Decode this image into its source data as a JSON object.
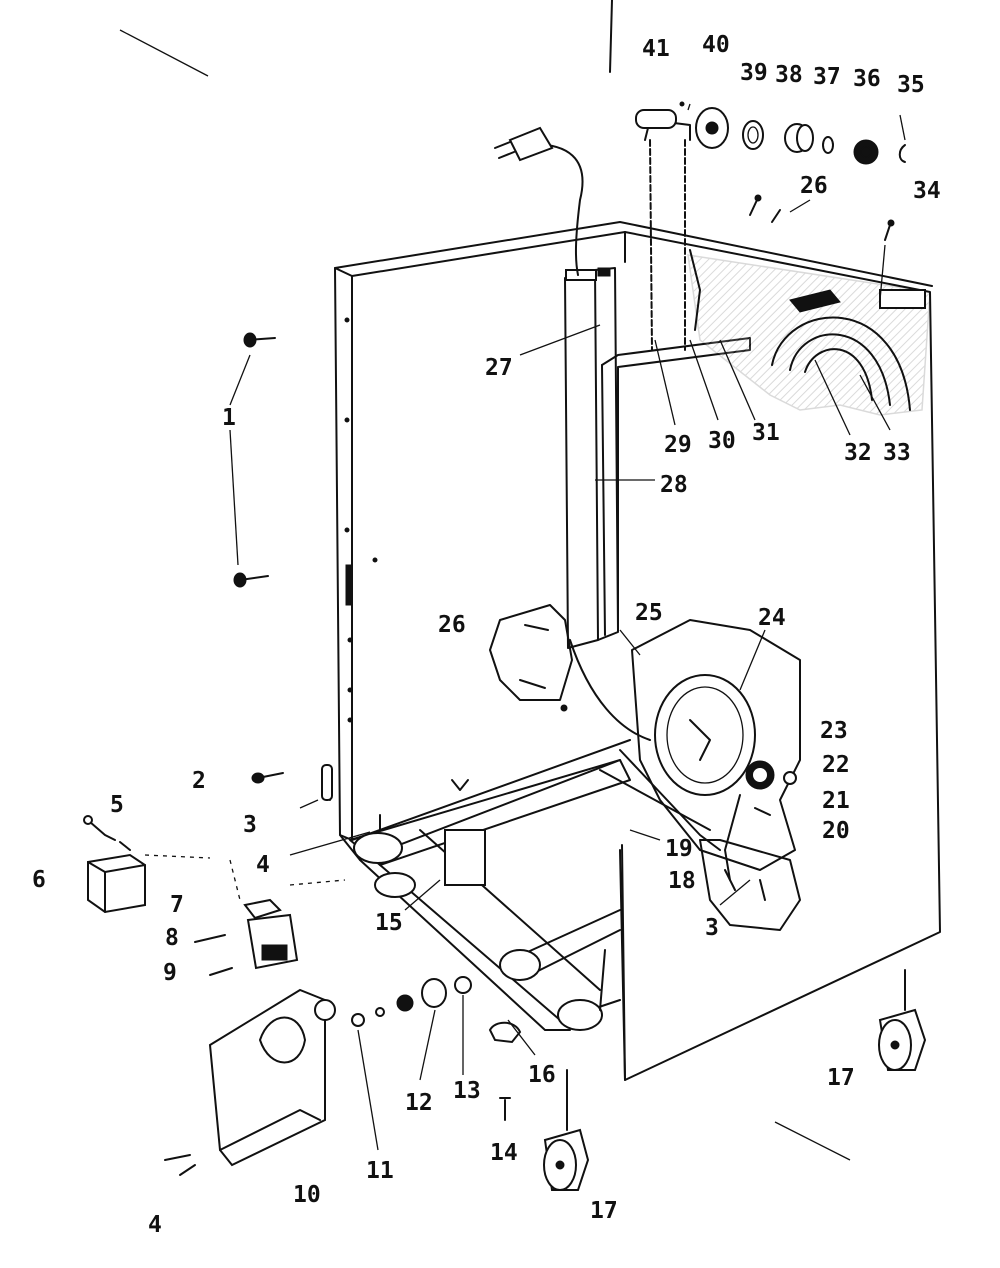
{
  "diagram": {
    "part_numbers": [
      "1",
      "2",
      "3",
      "4",
      "5",
      "6",
      "7",
      "8",
      "9",
      "10",
      "11",
      "12",
      "13",
      "14",
      "15",
      "16",
      "17",
      "18",
      "19",
      "20",
      "21",
      "22",
      "23",
      "24",
      "25",
      "26",
      "27",
      "28",
      "29",
      "30",
      "31",
      "32",
      "33",
      "34",
      "35",
      "36",
      "37",
      "38",
      "39",
      "40",
      "41"
    ],
    "callouts": [
      {
        "id": "c41",
        "num": "41"
      },
      {
        "id": "c40",
        "num": "40"
      },
      {
        "id": "c39",
        "num": "39"
      },
      {
        "id": "c38",
        "num": "38"
      },
      {
        "id": "c37",
        "num": "37"
      },
      {
        "id": "c36",
        "num": "36"
      },
      {
        "id": "c35",
        "num": "35"
      },
      {
        "id": "c26a",
        "num": "26"
      },
      {
        "id": "c34",
        "num": "34"
      },
      {
        "id": "c27",
        "num": "27"
      },
      {
        "id": "c29",
        "num": "29"
      },
      {
        "id": "c30",
        "num": "30"
      },
      {
        "id": "c31",
        "num": "31"
      },
      {
        "id": "c32",
        "num": "32"
      },
      {
        "id": "c33",
        "num": "33"
      },
      {
        "id": "c28",
        "num": "28"
      },
      {
        "id": "c1",
        "num": "1"
      },
      {
        "id": "c26b",
        "num": "26"
      },
      {
        "id": "c25",
        "num": "25"
      },
      {
        "id": "c24",
        "num": "24"
      },
      {
        "id": "c23",
        "num": "23"
      },
      {
        "id": "c22",
        "num": "22"
      },
      {
        "id": "c21",
        "num": "21"
      },
      {
        "id": "c20",
        "num": "20"
      },
      {
        "id": "c2",
        "num": "2"
      },
      {
        "id": "c5",
        "num": "5"
      },
      {
        "id": "c3a",
        "num": "3"
      },
      {
        "id": "c4a",
        "num": "4"
      },
      {
        "id": "c6",
        "num": "6"
      },
      {
        "id": "c19",
        "num": "19"
      },
      {
        "id": "c18",
        "num": "18"
      },
      {
        "id": "c15",
        "num": "15"
      },
      {
        "id": "c7",
        "num": "7"
      },
      {
        "id": "c8",
        "num": "8"
      },
      {
        "id": "c3b",
        "num": "3"
      },
      {
        "id": "c9",
        "num": "9"
      },
      {
        "id": "c17a",
        "num": "17"
      },
      {
        "id": "c16",
        "num": "16"
      },
      {
        "id": "c12",
        "num": "12"
      },
      {
        "id": "c13",
        "num": "13"
      },
      {
        "id": "c14",
        "num": "14"
      },
      {
        "id": "c11",
        "num": "11"
      },
      {
        "id": "c10",
        "num": "10"
      },
      {
        "id": "c4b",
        "num": "4"
      },
      {
        "id": "c17b",
        "num": "17"
      }
    ]
  }
}
